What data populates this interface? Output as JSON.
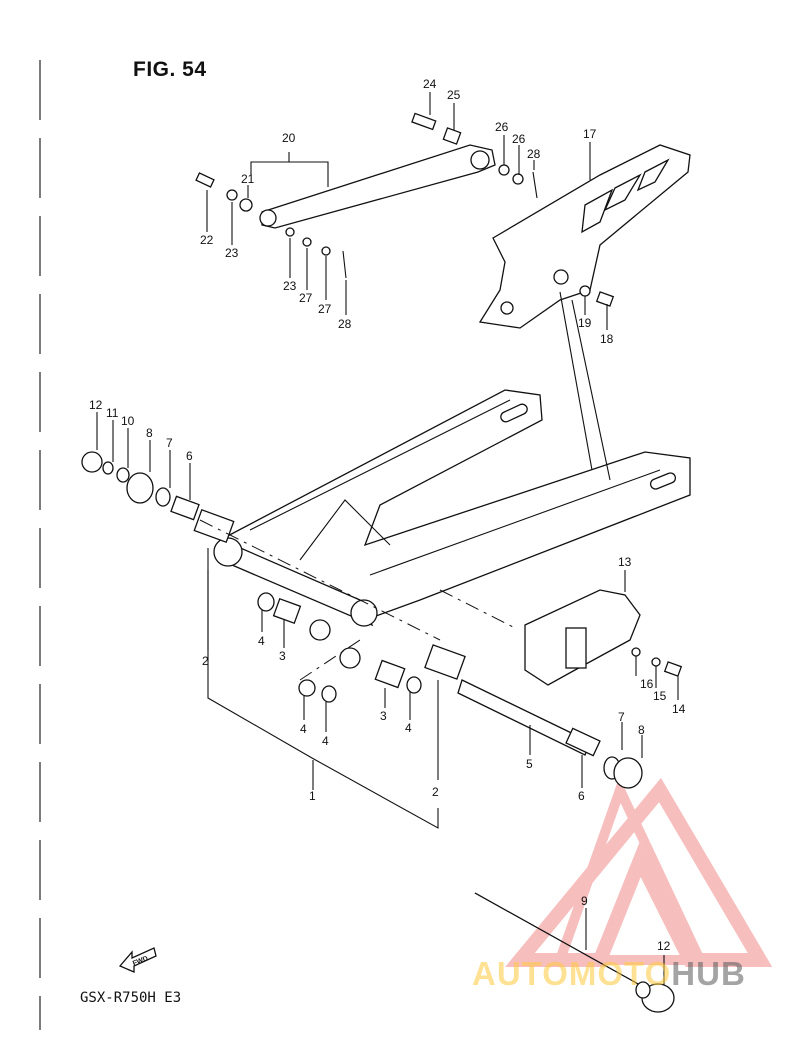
{
  "figure": {
    "title": "FIG. 54",
    "model": "GSX-R750H E3"
  },
  "fwd_label": "FWD",
  "watermark": {
    "part1": "AUTOMOTO",
    "part2": "HUB",
    "color_primary": "#f5a9a9",
    "color_secondary": "#ffc83c"
  },
  "callouts": [
    "1",
    "2",
    "2",
    "3",
    "3",
    "4",
    "4",
    "4",
    "4",
    "5",
    "6",
    "6",
    "7",
    "7",
    "8",
    "8",
    "9",
    "10",
    "11",
    "12",
    "12",
    "13",
    "14",
    "15",
    "16",
    "17",
    "18",
    "19",
    "20",
    "21",
    "22",
    "23",
    "23",
    "24",
    "25",
    "26",
    "26",
    "27",
    "27",
    "28",
    "28"
  ]
}
